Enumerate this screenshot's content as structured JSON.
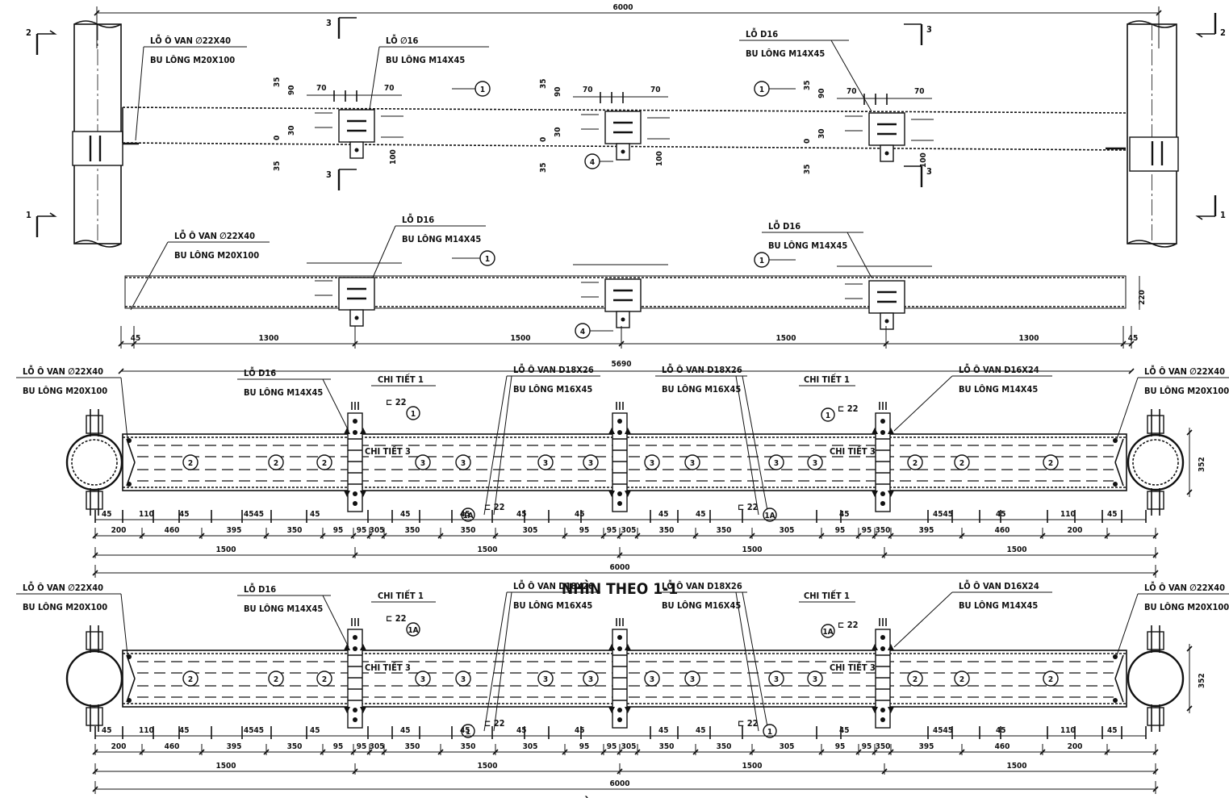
{
  "plan_top": {
    "overall_dim": "6000",
    "labels": [
      {
        "l1": "LỖ Ô VAN ∅22X40",
        "l2": "BU LÔNG M20X100"
      },
      {
        "l1": "LỖ ∅16",
        "l2": "BU LÔNG M14X45"
      },
      {
        "l1": "LỖ D16",
        "l2": "BU LÔNG M14X45"
      }
    ],
    "section_marks": [
      "2",
      "1",
      "3",
      "3",
      "3",
      "3",
      "2",
      "1"
    ],
    "callouts": [
      "1",
      "1",
      "1",
      "4"
    ],
    "dims": [
      "35",
      "90",
      "70",
      "70",
      "30",
      "0",
      "35",
      "100",
      "35",
      "90",
      "70",
      "70",
      "30",
      "0",
      "35",
      "100",
      "35",
      "90",
      "70",
      "70",
      "30",
      "0",
      "35",
      "100"
    ]
  },
  "plan_second": {
    "labels": [
      {
        "l1": "LỖ Ô VAN ∅22X40",
        "l2": "BU LÔNG M20X100"
      },
      {
        "l1": "LỖ D16",
        "l2": "BU LÔNG M14X45"
      },
      {
        "l1": "LỖ D16",
        "l2": "BU LÔNG M14X45"
      }
    ],
    "callouts": [
      "1",
      "1",
      "4"
    ],
    "bottom_dims": [
      "45",
      "1300",
      "1500",
      "1500",
      "1300",
      "45"
    ],
    "overall_dim": "5690",
    "height_dim": "220"
  },
  "view_1_1": {
    "title": "NHÌN THEO 1-1",
    "labels": [
      {
        "l1": "LỖ Ô VAN ∅22X40",
        "l2": "BU LÔNG M20X100"
      },
      {
        "l1": "LỖ D16",
        "l2": "BU LÔNG M14X45"
      },
      {
        "l1": "LỖ Ô VAN D18X26",
        "l2": "BU LÔNG M16X45"
      },
      {
        "l1": "LỖ Ô VAN D18X26",
        "l2": "BU LÔNG M16X45"
      },
      {
        "l1": "LỖ Ô VAN D16X24",
        "l2": "BU LÔNG M14X45"
      },
      {
        "l1": "LỖ Ô VAN ∅22X40",
        "l2": "BU LÔNG M20X100"
      }
    ],
    "detail_labels": [
      "CHI TIẾT 1",
      "CHI TIẾT 1",
      "CHI TIẾT 3",
      "CHI TIẾT 3"
    ],
    "angle_labels": [
      "⊏ 22",
      "⊏ 22",
      "⊏ 22",
      "⊏ 22"
    ],
    "part_numbers": [
      "2",
      "2",
      "2",
      "3",
      "3",
      "3",
      "3",
      "3",
      "3",
      "3",
      "3",
      "2",
      "2",
      "2"
    ],
    "small_callouts": [
      "1",
      "1",
      "1A",
      "1A"
    ],
    "depth_dim": "352",
    "dim_row1": [
      "45",
      "110",
      "45",
      "4545",
      "45",
      "45",
      "45",
      "45",
      "45",
      "45",
      "45",
      "45",
      "4545",
      "45",
      "110",
      "45"
    ],
    "dim_row2": [
      "200",
      "460",
      "395",
      "350",
      "95",
      "95",
      "305",
      "350",
      "350",
      "305",
      "95",
      "95",
      "305",
      "350",
      "350",
      "305",
      "95",
      "95",
      "350",
      "395",
      "460",
      "200"
    ],
    "dim_row3": [
      "1500",
      "1500",
      "1500",
      "1500"
    ],
    "overall_dim": "6000"
  },
  "view_2_2": {
    "title": "NHÌN THEO 2-2",
    "labels": [
      {
        "l1": "LỖ Ô VAN ∅22X40",
        "l2": "BU LÔNG M20X100"
      },
      {
        "l1": "LỖ D16",
        "l2": "BU LÔNG M14X45"
      },
      {
        "l1": "LỖ Ô VAN D18X26",
        "l2": "BU LÔNG M16X45"
      },
      {
        "l1": "LỖ Ô VAN D18X26",
        "l2": "BU LÔNG M16X45"
      },
      {
        "l1": "LỖ Ô VAN D16X24",
        "l2": "BU LÔNG M14X45"
      },
      {
        "l1": "LỖ Ô VAN ∅22X40",
        "l2": "BU LÔNG M20X100"
      }
    ],
    "detail_labels": [
      "CHI TIẾT 1",
      "CHI TIẾT 1",
      "CHI TIẾT 3",
      "CHI TIẾT 3"
    ],
    "angle_labels": [
      "⊏ 22",
      "⊏ 22",
      "⊏ 22",
      "⊏ 22"
    ],
    "part_numbers": [
      "2",
      "2",
      "2",
      "3",
      "3",
      "3",
      "3",
      "3",
      "3",
      "3",
      "3",
      "2",
      "2",
      "2"
    ],
    "small_callouts": [
      "1A",
      "1A",
      "1",
      "1"
    ],
    "depth_dim": "352",
    "dim_row1": [
      "45",
      "110",
      "45",
      "4545",
      "45",
      "45",
      "45",
      "45",
      "45",
      "45",
      "45",
      "45",
      "4545",
      "45",
      "110",
      "45"
    ],
    "dim_row2": [
      "200",
      "460",
      "395",
      "350",
      "95",
      "95",
      "305",
      "350",
      "350",
      "305",
      "95",
      "95",
      "305",
      "350",
      "350",
      "305",
      "95",
      "95",
      "350",
      "395",
      "460",
      "200"
    ],
    "dim_row3": [
      "1500",
      "1500",
      "1500",
      "1500"
    ],
    "overall_dim": "6000"
  },
  "footer_note": "GHI CHÚ"
}
